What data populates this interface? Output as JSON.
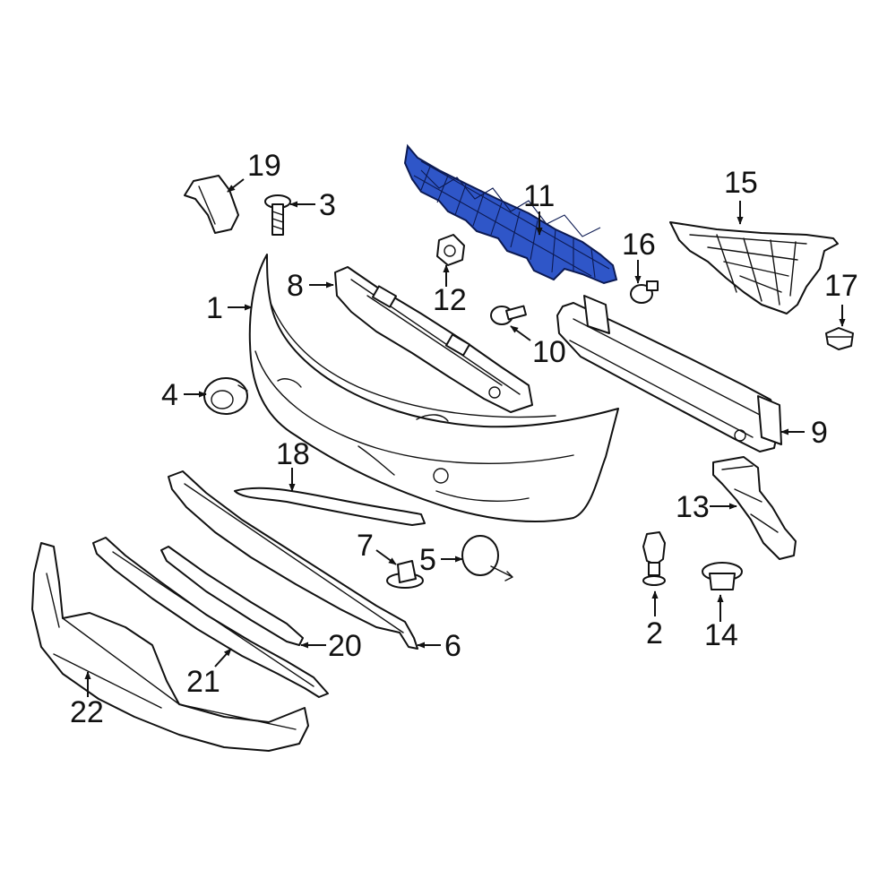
{
  "diagram": {
    "highlight_color": "#2f56c8",
    "line_color": "#111111",
    "highlighted_callout": "11",
    "callouts": [
      "1",
      "2",
      "3",
      "4",
      "5",
      "6",
      "7",
      "8",
      "9",
      "10",
      "11",
      "12",
      "13",
      "14",
      "15",
      "16",
      "17",
      "18",
      "19",
      "20",
      "21",
      "22"
    ]
  }
}
